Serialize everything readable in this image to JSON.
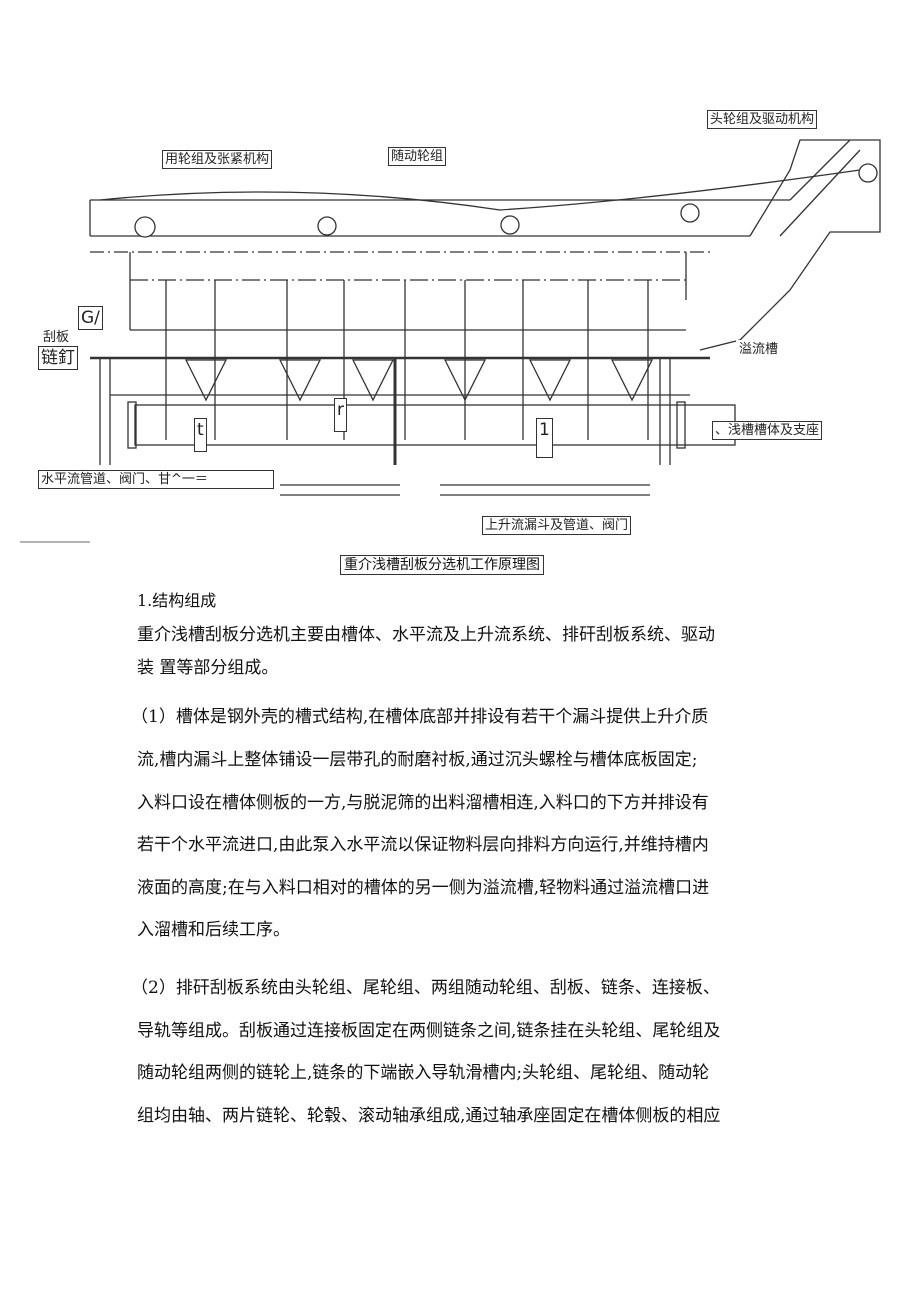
{
  "diagram": {
    "labels": {
      "tail_wheel": "用轮组及张紧机构",
      "follower_wheel": "随动轮组",
      "head_wheel": "头轮组及驱动机构",
      "overflow": "溢流槽",
      "tank_body": "、浅槽槽体及支座",
      "horizontal_pipe": "水平流管道、阀门、甘^一＝",
      "upflow": "上升流漏斗及管道、阀门",
      "scraper": "刮板",
      "chain_nail": "链釘",
      "g_mark": "G/",
      "t_mark": "t",
      "r_mark": "r",
      "one_mark": "1"
    },
    "caption": "重介浅槽刮板分选机工作原理图"
  },
  "doc": {
    "heading": "1.结构组成",
    "lines": [
      "重介浅槽刮板分选机主要由槽体、水平流及上升流系统、排矸刮板系统、驱动",
      "装 置等部分组成。",
      "（1）槽体是钢外壳的槽式结构,在槽体底部并排设有若干个漏斗提供上升介质",
      "流,槽内漏斗上整体铺设一层带孔的耐磨衬板,通过沉头螺栓与槽体底板固定;",
      "入料口设在槽体侧板的一方,与脱泥筛的出料溜槽相连,入料口的下方并排设有",
      "若干个水平流进口,由此泵入水平流以保证物料层向排料方向运行,并维持槽内",
      "液面的高度;在与入料口相对的槽体的另一侧为溢流槽,轻物料通过溢流槽口进",
      "入溜槽和后续工序。",
      "（2）排矸刮板系统由头轮组、尾轮组、两组随动轮组、刮板、链条、连接板、",
      "导轨等组成。刮板通过连接板固定在两侧链条之间,链条挂在头轮组、尾轮组及",
      "随动轮组两侧的链轮上,链条的下端嵌入导轨滑槽内;头轮组、尾轮组、随动轮",
      "组均由轴、两片链轮、轮毂、滚动轴承组成,通过轴承座固定在槽体侧板的相应"
    ]
  }
}
